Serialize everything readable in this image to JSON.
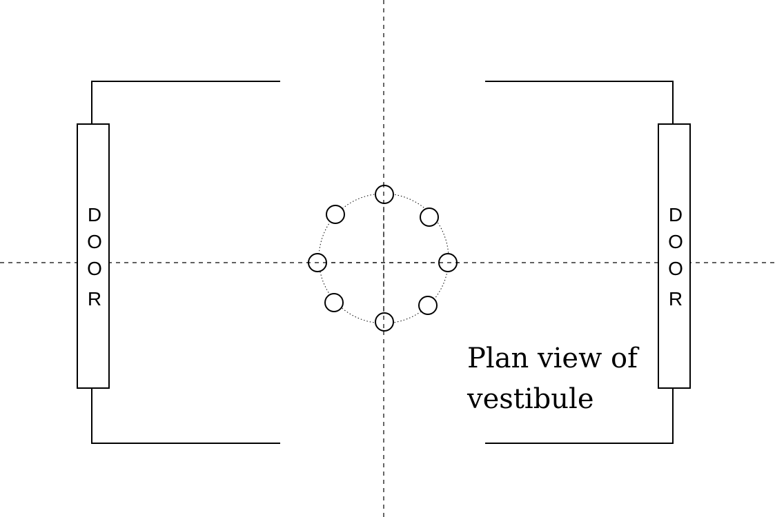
{
  "diagram": {
    "caption_lines": [
      "Plan view of",
      "vestibule"
    ],
    "left_door": {
      "letters": [
        "D",
        "O",
        "O",
        "R"
      ]
    },
    "right_door": {
      "letters": [
        "D",
        "O",
        "O",
        "R"
      ]
    },
    "ring_post_count": 8
  }
}
